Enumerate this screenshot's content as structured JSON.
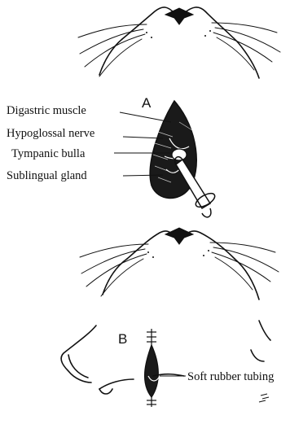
{
  "panels": [
    {
      "letter": "A",
      "labels": [
        "Digastric muscle",
        "Hypoglossal nerve",
        "Tympanic bulla",
        "Sublingual gland"
      ]
    },
    {
      "letter": "B",
      "labels": [
        "Soft rubber tubing"
      ]
    }
  ],
  "colors": {
    "ink": "#111111",
    "background": "#ffffff"
  }
}
